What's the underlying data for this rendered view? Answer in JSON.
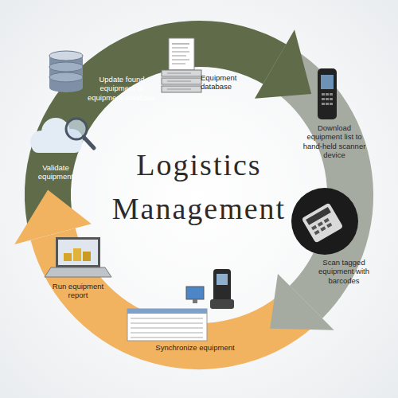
{
  "diagram": {
    "title": "Logistics Management",
    "labels": [
      "Update found equipment to equipment database",
      "Equipment database",
      "Download equipment list to hand-held scanner device",
      "Scan tagged equipment with barcodes",
      "Synchronize equipment",
      "Run equipment report",
      "Validate equipment"
    ]
  }
}
